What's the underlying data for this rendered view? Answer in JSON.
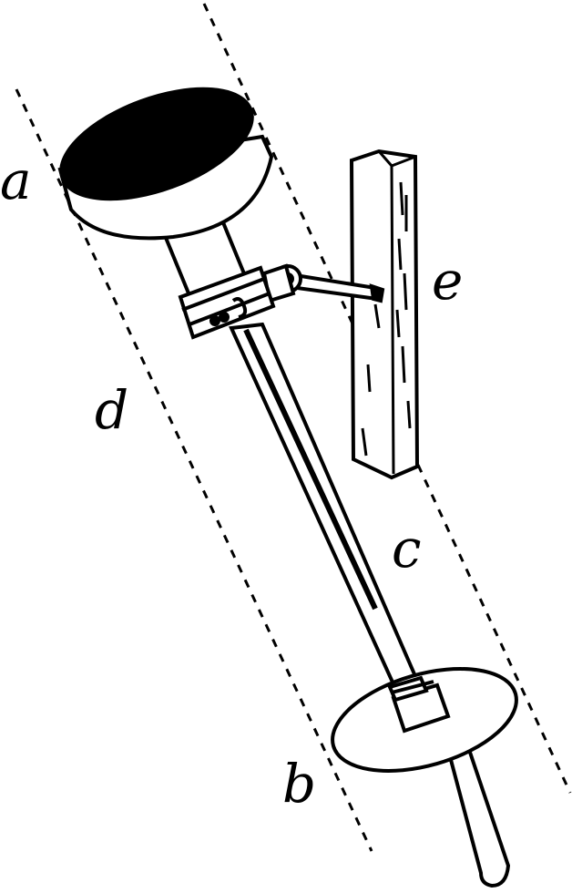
{
  "labels": {
    "a": "a",
    "b": "b",
    "c": "c",
    "d": "d",
    "e": "e"
  }
}
